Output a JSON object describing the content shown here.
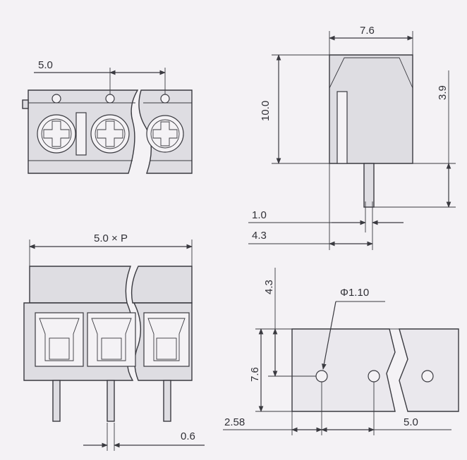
{
  "colors": {
    "background": "#f4f2f5",
    "line": "#3a3a40",
    "body_fill": "#dedde2"
  },
  "views": {
    "top": {
      "pitch_label": "5.0"
    },
    "front": {
      "width_label": "5.0 × P",
      "pin_width_label": "0.6"
    },
    "side": {
      "width_label": "7.6",
      "height_label": "10.0",
      "pin_length_label": "3.9",
      "pin_thickness_label": "1.0",
      "pin_offset_label": "4.3"
    },
    "footprint": {
      "hole_label": "Φ1.10",
      "row_offset_label": "4.3",
      "depth_label": "7.6",
      "edge_offset_label": "2.58",
      "pitch_label": "5.0"
    }
  }
}
